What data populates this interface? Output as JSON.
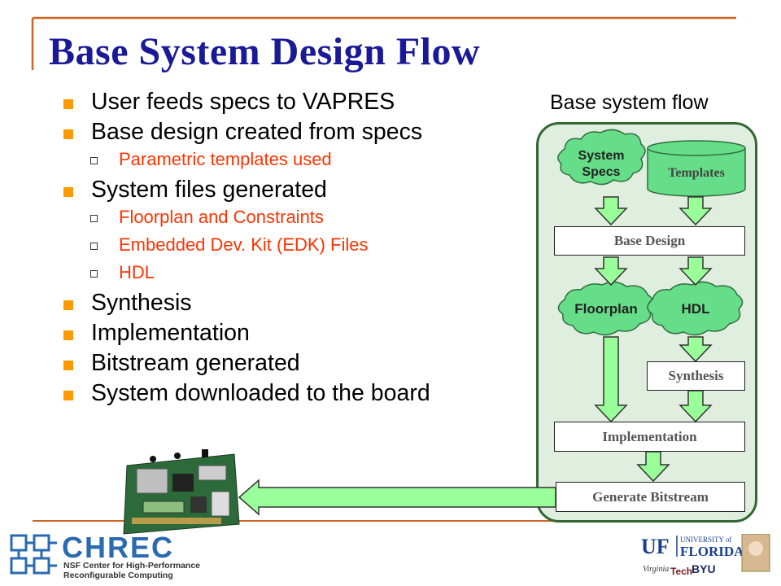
{
  "slide": {
    "title": "Base System Design Flow",
    "bullets": [
      {
        "text": "User feeds specs to VAPRES",
        "level": 1
      },
      {
        "text": "Base design created from specs",
        "level": 1
      },
      {
        "text": "Parametric templates used",
        "level": 2
      },
      {
        "text": "System files generated",
        "level": 1
      },
      {
        "text": "Floorplan and Constraints",
        "level": 2
      },
      {
        "text": "Embedded Dev. Kit (EDK) Files",
        "level": 2
      },
      {
        "text": "HDL",
        "level": 2
      },
      {
        "text": "Synthesis",
        "level": 1
      },
      {
        "text": "Implementation",
        "level": 1
      },
      {
        "text": "Bitstream generated",
        "level": 1
      },
      {
        "text": "System downloaded to the board",
        "level": 1
      }
    ]
  },
  "flow": {
    "title": "Base system flow",
    "system_specs_line1": "System",
    "system_specs_line2": "Specs",
    "templates": "Templates",
    "base_design": "Base Design",
    "floorplan": "Floorplan",
    "hdl": "HDL",
    "synthesis": "Synthesis",
    "implementation": "Implementation",
    "generate_bitstream": "Generate Bitstream"
  },
  "logos": {
    "chrec": "CHREC",
    "chrec_sub_line1": "NSF Center for High-Performance",
    "chrec_sub_line2": "Reconfigurable Computing",
    "uf_line1": "UNIVERSITY of",
    "uf_line2": "FLORIDA",
    "byu": "BYU",
    "vt": "Virginia Tech"
  },
  "colors": {
    "title": "#1a1a99",
    "bullet_square": "#ff9900",
    "sub_bullet_text": "#ff3300",
    "frame_border": "#336633",
    "cloud_fill": "#66dd88",
    "arrow_fill": "#99ff99",
    "top_rule": "#cc6622"
  }
}
